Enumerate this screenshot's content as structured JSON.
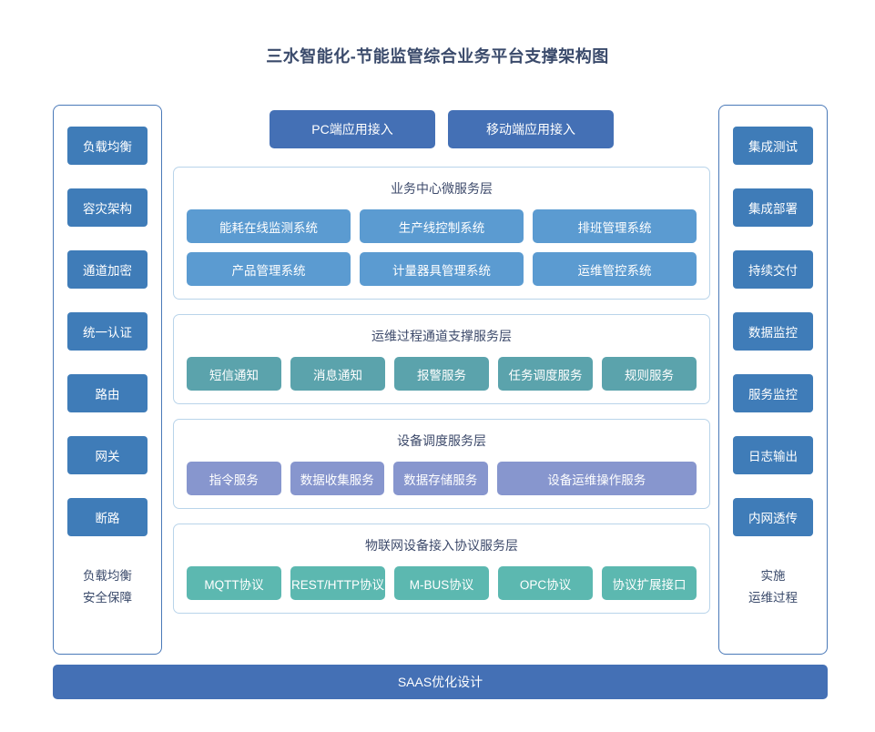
{
  "title": "三水智能化-节能监管综合业务平台支撑架构图",
  "colors": {
    "accent_dark_blue": "#3f7cb8",
    "panel_blue": "#4470b5",
    "node_blue": "#5b9bd1",
    "node_teal": "#5ba3ac",
    "node_periwinkle": "#8796ce",
    "node_seagreen": "#5cb8b0",
    "panel_border": "#b9d4ea",
    "side_border": "#4a79b8",
    "heading_text": "#3d4a6b",
    "background": "#ffffff"
  },
  "access_buttons": [
    {
      "label": "PC端应用接入"
    },
    {
      "label": "移动端应用接入"
    }
  ],
  "left_panel": {
    "items": [
      {
        "label": "负载均衡"
      },
      {
        "label": "容灾架构"
      },
      {
        "label": "通道加密"
      },
      {
        "label": "统一认证"
      },
      {
        "label": "路由"
      },
      {
        "label": "网关"
      },
      {
        "label": "断路"
      }
    ],
    "footer": [
      {
        "line": "负载均衡"
      },
      {
        "line": "安全保障"
      }
    ]
  },
  "right_panel": {
    "items": [
      {
        "label": "集成测试"
      },
      {
        "label": "集成部署"
      },
      {
        "label": "持续交付"
      },
      {
        "label": "数据监控"
      },
      {
        "label": "服务监控"
      },
      {
        "label": "日志输出"
      },
      {
        "label": "内网透传"
      }
    ],
    "footer": [
      {
        "line": "实施"
      },
      {
        "line": "运维过程"
      }
    ]
  },
  "layers": [
    {
      "title": "业务中心微服务层",
      "row1": [
        {
          "label": "能耗在线监测系统"
        },
        {
          "label": "生产线控制系统"
        },
        {
          "label": "排班管理系统"
        }
      ],
      "row2": [
        {
          "label": "产品管理系统"
        },
        {
          "label": "计量器具管理系统"
        },
        {
          "label": "运维管控系统"
        }
      ]
    },
    {
      "title": "运维过程通道支撑服务层",
      "row1": [
        {
          "label": "短信通知"
        },
        {
          "label": "消息通知"
        },
        {
          "label": "报警服务"
        },
        {
          "label": "任务调度服务"
        },
        {
          "label": "规则服务"
        }
      ]
    },
    {
      "title": "设备调度服务层",
      "row1": [
        {
          "label": "指令服务"
        },
        {
          "label": "数据收集服务"
        },
        {
          "label": "数据存储服务"
        },
        {
          "label": "设备运维操作服务"
        }
      ]
    },
    {
      "title": "物联网设备接入协议服务层",
      "row1": [
        {
          "label": "MQTT协议"
        },
        {
          "label": "REST/HTTP协议"
        },
        {
          "label": "M-BUS协议"
        },
        {
          "label": "OPC协议"
        },
        {
          "label": "协议扩展接口"
        }
      ]
    }
  ],
  "bottom_bar": {
    "label": "SAAS优化设计"
  }
}
